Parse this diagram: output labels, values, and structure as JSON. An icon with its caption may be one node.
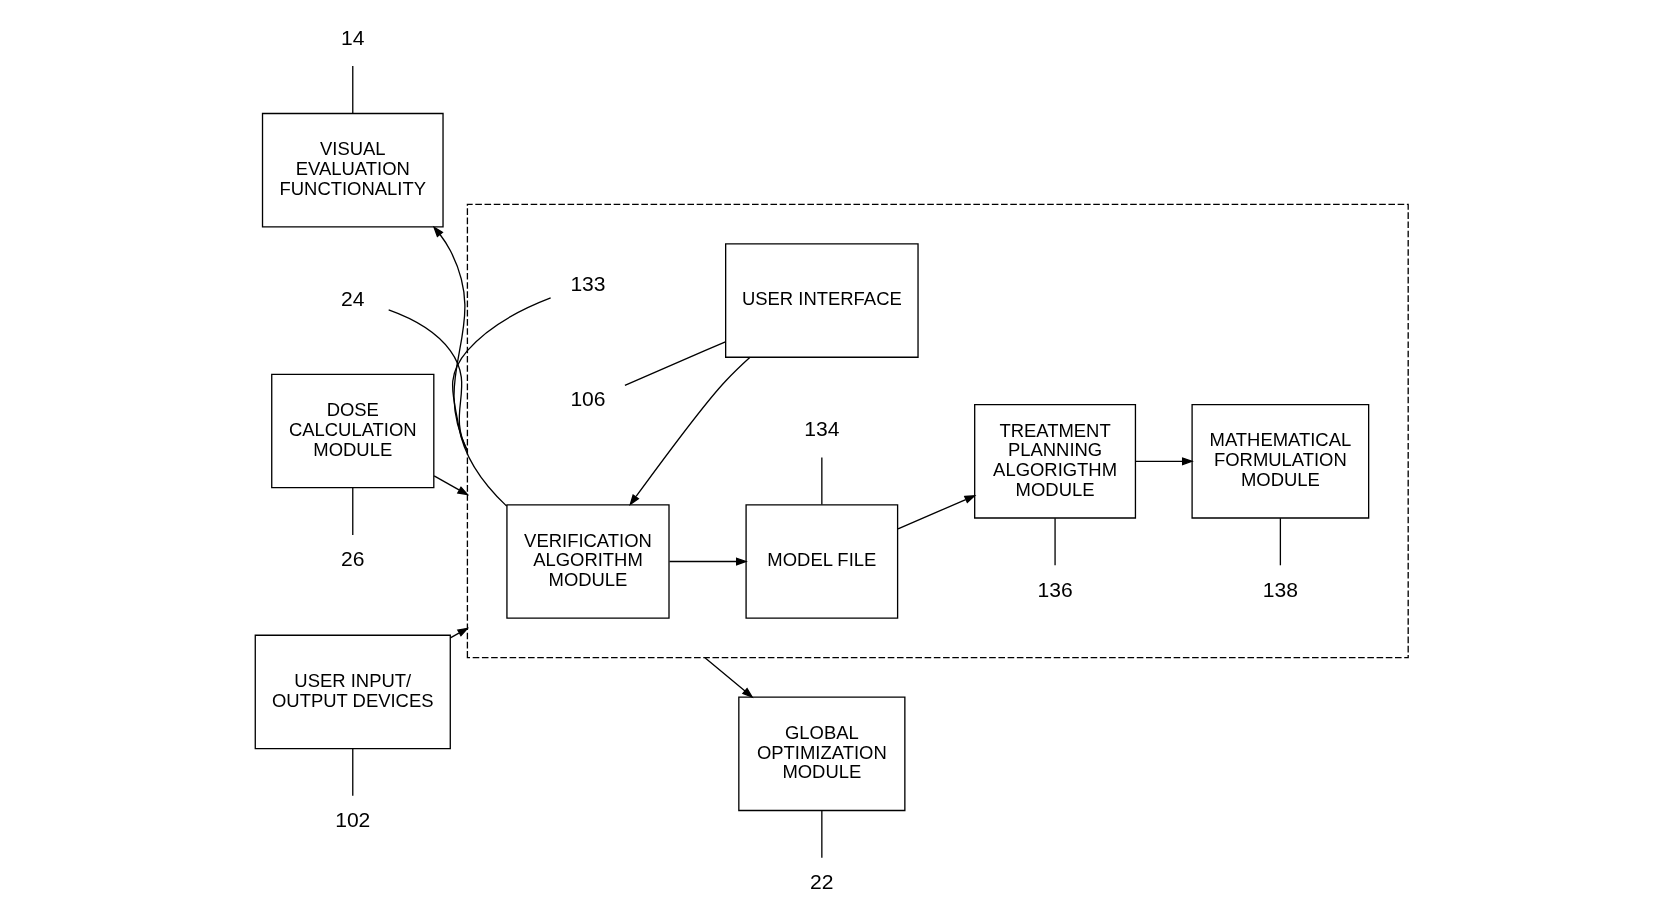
{
  "diagram": {
    "nodes": [
      {
        "text": [
          "14"
        ]
      },
      {
        "text": [
          "VISUAL EVALUATION FUNCTIONALITY"
        ]
      },
      {
        "text": [
          "24"
        ]
      },
      {
        "text": [
          "26"
        ]
      },
      {
        "text": [
          "DOSE CALCULATION MODULE"
        ]
      },
      {
        "text": [],
        "shape": "box"
      },
      {
        "text": [
          "133"
        ],
        "in": 5
      },
      {
        "text": [
          "VERIFICATION ALGORITHM MODULE"
        ],
        "in": 5
      },
      {
        "text": [
          "134"
        ],
        "in": 5
      },
      {
        "text": [
          "MODEL FILE"
        ],
        "in": 5
      },
      {
        "text": [
          "136"
        ],
        "in": 5
      },
      {
        "text": [
          "TREATMENT PLANNING ALGORIGTHM MODULE"
        ],
        "in": 5
      },
      {
        "text": [
          "138"
        ],
        "in": 5
      },
      {
        "text": [
          "MATHEMATICAL FORMULATION MODULE"
        ],
        "in": 5
      },
      {
        "text": [
          "22"
        ]
      },
      {
        "text": [
          "GLOBAL OPTIMIZATION MODULE"
        ]
      },
      {
        "text": [
          "102"
        ]
      },
      {
        "text": [
          "USER INPUT/ OUTPUT DEVICES"
        ]
      },
      {
        "text": [
          "USER INTERFACE"
        ],
        "in": 5
      },
      {
        "text": [
          "106"
        ],
        "in": 5
      }
    ],
    "edges": [
      {
        "from": 0,
        "to": 1,
        "arrow": "none"
      },
      {
        "from": 5,
        "to": 1,
        "arrow": "to"
      },
      {
        "from": 2,
        "to": 5,
        "arrow": "none"
      },
      {
        "from": 3,
        "to": 4,
        "arrow": "none"
      },
      {
        "from": 4,
        "to": 5,
        "arrow": "to"
      },
      {
        "from": 6,
        "to": 7,
        "arrow": "none"
      },
      {
        "from": 8,
        "to": 9,
        "arrow": "none"
      },
      {
        "from": 10,
        "to": 11,
        "arrow": "none"
      },
      {
        "from": 12,
        "to": 13,
        "arrow": "none"
      },
      {
        "from": 7,
        "to": 9,
        "arrow": "to"
      },
      {
        "from": 9,
        "to": 11,
        "arrow": "to"
      },
      {
        "from": 11,
        "to": 13,
        "arrow": "to"
      },
      {
        "from": 5,
        "to": 15,
        "arrow": "to"
      },
      {
        "from": 14,
        "to": 15,
        "arrow": "none"
      },
      {
        "from": 16,
        "to": 17,
        "arrow": "none"
      },
      {
        "from": 17,
        "to": 5,
        "arrow": "to"
      },
      {
        "from": 18,
        "to": 7,
        "arrow": "to"
      },
      {
        "from": 19,
        "to": 18,
        "arrow": "none"
      }
    ]
  }
}
